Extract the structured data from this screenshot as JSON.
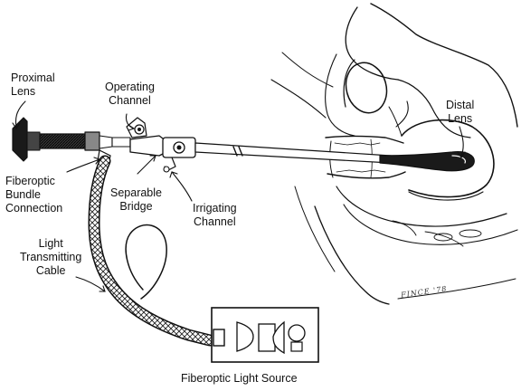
{
  "labels": {
    "proximal_lens": [
      "Proximal",
      "Lens"
    ],
    "operating_channel": [
      "Operating",
      "Channel"
    ],
    "distal_lens": [
      "Distal",
      "Lens"
    ],
    "fiberoptic_bundle_connection": [
      "Fiberoptic",
      "Bundle",
      "Connection"
    ],
    "separable_bridge": [
      "Separable",
      "Bridge"
    ],
    "irrigating_channel": [
      "Irrigating",
      "Channel"
    ],
    "light_transmitting_cable": [
      "Light",
      "Transmitting",
      "Cable"
    ],
    "fiberoptic_light_source": "Fiberoptic Light Source"
  },
  "signature": "FINCE '78",
  "colors": {
    "ink": "#111111",
    "background": "#ffffff"
  }
}
